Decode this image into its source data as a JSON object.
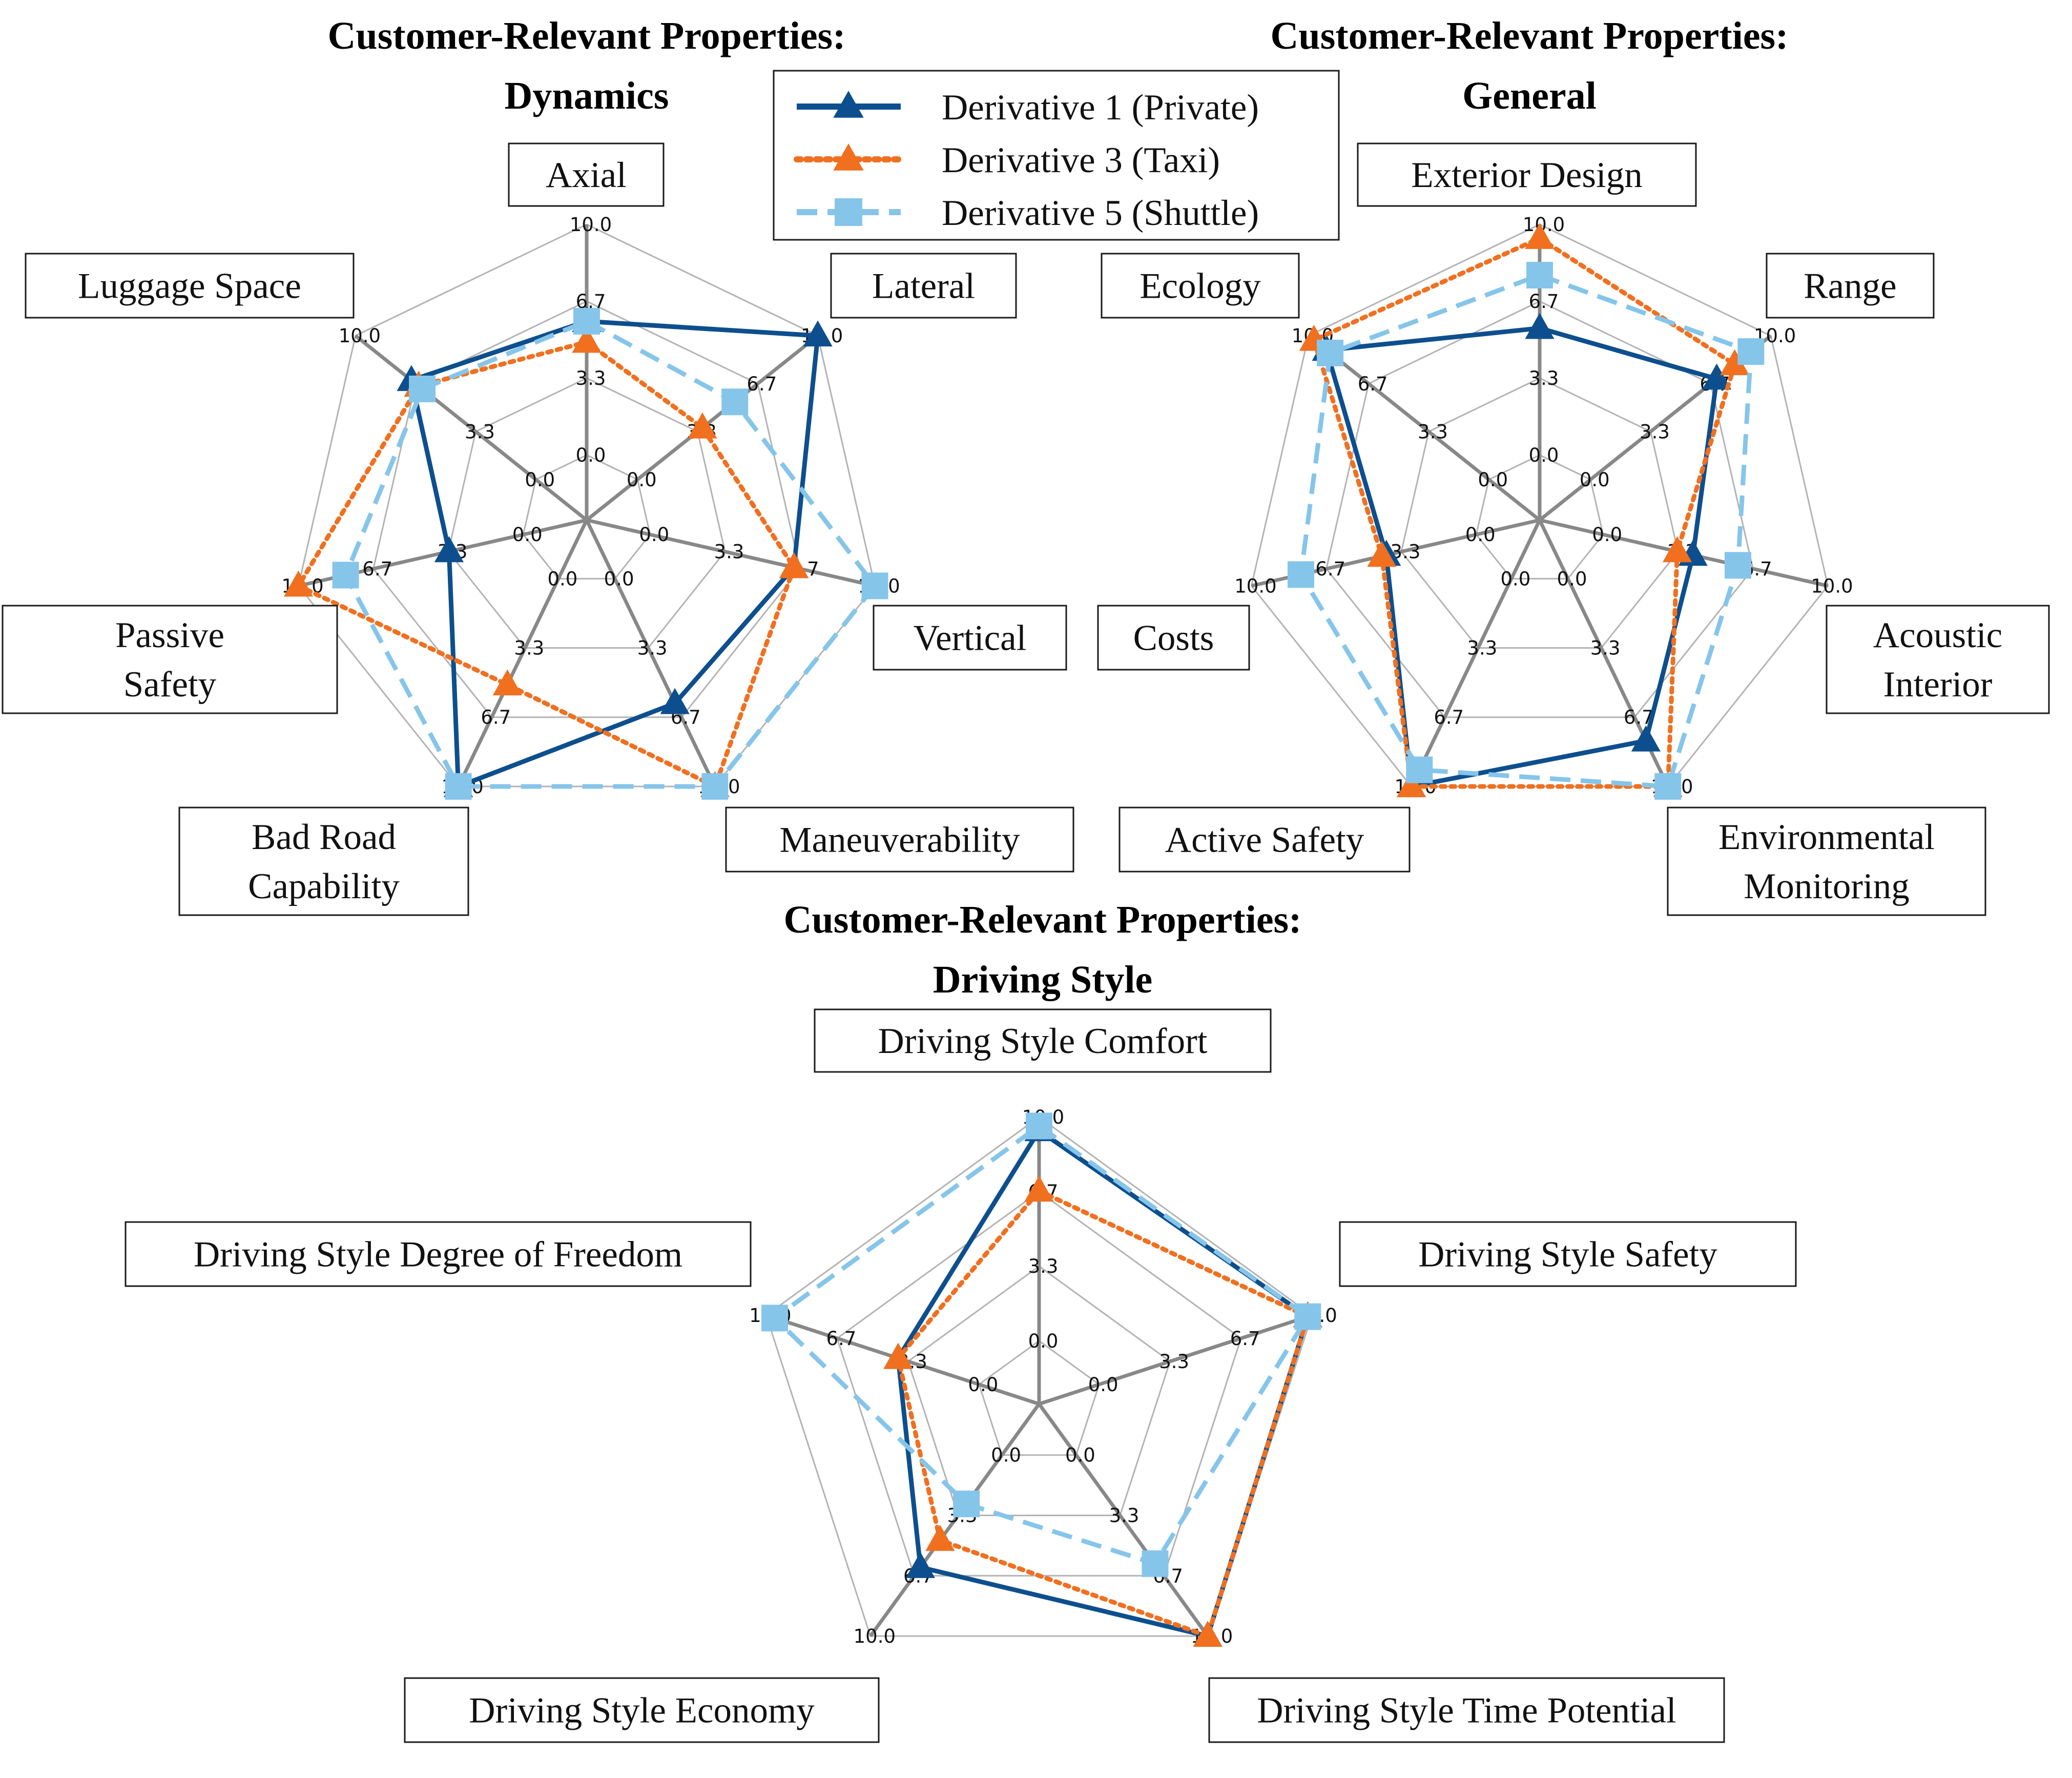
{
  "series_styles": [
    {
      "color": "#0d4f8e",
      "marker": "triangle",
      "dash": "solid"
    },
    {
      "color": "#f07020",
      "marker": "triangle",
      "dash": "dotted"
    },
    {
      "color": "#86c5ea",
      "marker": "square",
      "dash": "dashed"
    }
  ],
  "legend_labels": [
    "Derivative 1 (Private)",
    "Derivative 3 (Taxi)",
    "Derivative 5 (Shuttle)"
  ],
  "chart_data": [
    {
      "type": "radar",
      "title": "Customer-Relevant Properties:",
      "subtitle": "Dynamics",
      "axes": [
        "Axial",
        "Lateral",
        "Vertical",
        "Maneuverability",
        "Bad Road Capability",
        "Passive Safety",
        "Luggage Space"
      ],
      "tick_labels": [
        "0.0",
        "3.3",
        "6.7",
        "10.0"
      ],
      "range": [
        0,
        10
      ],
      "grid": true,
      "series": [
        {
          "name": "Derivative 1 (Private)",
          "values": [
            5.8,
            10.0,
            6.4,
            6.0,
            10.0,
            3.3,
            6.9
          ]
        },
        {
          "name": "Derivative 3 (Taxi)",
          "values": [
            4.9,
            3.6,
            6.4,
            10.0,
            5.1,
            10.0,
            6.5
          ]
        },
        {
          "name": "Derivative 5 (Shuttle)",
          "values": [
            5.8,
            5.4,
            10.0,
            10.0,
            10.0,
            7.9,
            6.3
          ]
        }
      ]
    },
    {
      "type": "radar",
      "title": "Customer-Relevant Properties:",
      "subtitle": "General",
      "axes": [
        "Exterior Design",
        "Range",
        "Acoustic Interior",
        "Environmental Monitoring",
        "Active Safety",
        "Costs",
        "Ecology"
      ],
      "tick_labels": [
        "0.0",
        "3.3",
        "6.7",
        "10.0"
      ],
      "range": [
        0,
        10
      ],
      "grid": true,
      "series": [
        {
          "name": "Derivative 1 (Private)",
          "values": [
            5.5,
            7.0,
            4.0,
            7.8,
            10.0,
            4.0,
            9.0
          ]
        },
        {
          "name": "Derivative 3 (Taxi)",
          "values": [
            9.4,
            8.0,
            3.3,
            10.0,
            10.0,
            4.2,
            9.7
          ]
        },
        {
          "name": "Derivative 5 (Shuttle)",
          "values": [
            7.8,
            8.9,
            6.0,
            10.0,
            9.2,
            7.8,
            8.8
          ]
        }
      ]
    },
    {
      "type": "radar",
      "title": "Customer-Relevant Properties:",
      "subtitle": "Driving Style",
      "axes": [
        "Driving Style Comfort",
        "Driving Style Safety",
        "Driving Style Time Potential",
        "Driving Style Economy",
        "Driving Style Degree of Freedom"
      ],
      "tick_labels": [
        "0.0",
        "3.3",
        "6.7",
        "10.0"
      ],
      "range": [
        0,
        10
      ],
      "grid": true,
      "series": [
        {
          "name": "Derivative 1 (Private)",
          "values": [
            9.4,
            9.8,
            10.0,
            6.2,
            3.8
          ]
        },
        {
          "name": "Derivative 3 (Taxi)",
          "values": [
            6.7,
            9.8,
            10.0,
            4.7,
            3.8
          ]
        },
        {
          "name": "Derivative 5 (Shuttle)",
          "values": [
            9.6,
            9.8,
            6.0,
            2.7,
            9.6
          ]
        }
      ]
    }
  ]
}
